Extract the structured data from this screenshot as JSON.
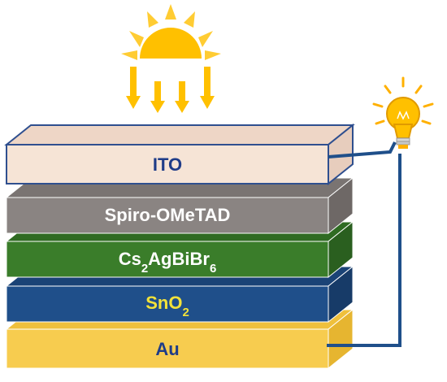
{
  "diagram": {
    "layers": [
      {
        "id": "ito",
        "label": "ITO",
        "label_sub": "",
        "label_tail": "",
        "front_color": "#f6e4d6",
        "top_color": "#eed6c6",
        "side_color": "#e7cdbd",
        "text_color": "#1f3c88",
        "stroke": "#2f4f8f"
      },
      {
        "id": "spiro",
        "label": "Spiro-OMeTAD",
        "label_sub": "",
        "label_tail": "",
        "front_color": "#8a8482",
        "top_color": "#7a7472",
        "side_color": "#6e6866",
        "text_color": "#ffffff",
        "stroke": "#ffffff"
      },
      {
        "id": "perovskite",
        "label": "Cs",
        "label_sub": "2",
        "label_tail": "AgBiBr",
        "label_sub2": "6",
        "front_color": "#3a7d2a",
        "top_color": "#2f6b22",
        "side_color": "#2a5f1f",
        "text_color": "#ffffff",
        "stroke": "#ffffff"
      },
      {
        "id": "sno2",
        "label": "SnO",
        "label_sub": "2",
        "label_tail": "",
        "front_color": "#1f4f8a",
        "top_color": "#1a4376",
        "side_color": "#173b68",
        "text_color": "#f2e23a",
        "stroke": "#ffffff"
      },
      {
        "id": "au",
        "label": "Au",
        "label_sub": "",
        "label_tail": "",
        "front_color": "#f7cc4f",
        "top_color": "#efc03c",
        "side_color": "#e6b530",
        "text_color": "#1f3c88",
        "stroke": "#ffffff"
      }
    ],
    "icons": {
      "sun": "sun-icon",
      "light_arrows": "light-arrow-icon",
      "bulb": "light-bulb-icon",
      "wire": "circuit-wire"
    },
    "colors": {
      "sun_core": "#ffc000",
      "sun_ray": "#ffcc33",
      "arrow": "#ffc000",
      "wire": "#1f4f8a",
      "bulb_glow": "#ffb000"
    }
  }
}
